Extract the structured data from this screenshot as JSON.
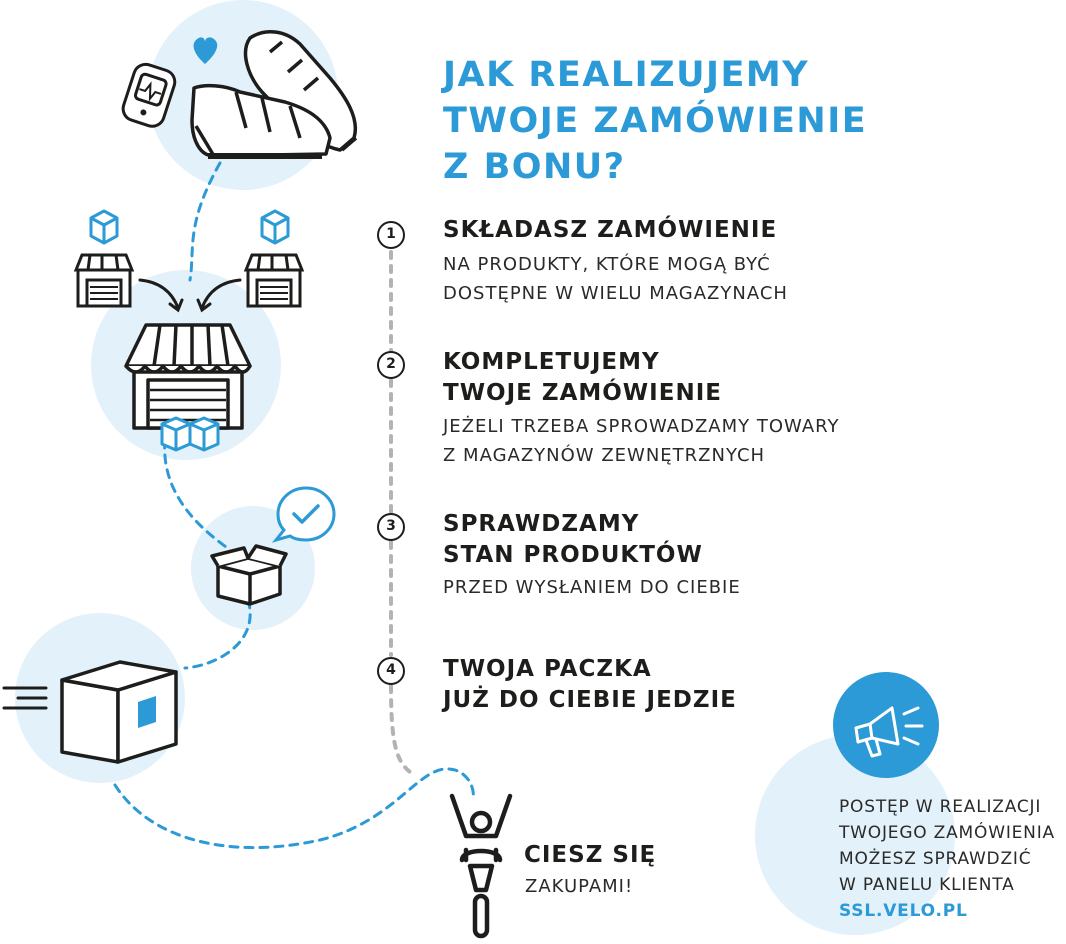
{
  "title": {
    "line1": "JAK REALIZUJEMY",
    "line2": "TWOJE ZAMÓWIENIE",
    "line3": "Z BONU?"
  },
  "steps": [
    {
      "number": "1",
      "heading": [
        "SKŁADASZ ZAMÓWIENIE"
      ],
      "description": [
        "NA PRODUKTY, KTÓRE MOGĄ BYĆ",
        "DOSTĘPNE W WIELU MAGAZYNACH"
      ]
    },
    {
      "number": "2",
      "heading": [
        "KOMPLETUJEMY",
        "TWOJE ZAMÓWIENIE"
      ],
      "description": [
        "JEŻELI TRZEBA SPROWADZAMY TOWARY",
        "Z MAGAZYNÓW ZEWNĘTRZNYCH"
      ]
    },
    {
      "number": "3",
      "heading": [
        "SPRAWDZAMY",
        "STAN PRODUKTÓW"
      ],
      "description": [
        "PRZED WYSŁANIEM DO CIEBIE"
      ]
    },
    {
      "number": "4",
      "heading": [
        "TWOJA PACZKA",
        "JUŻ DO CIEBIE JEDZIE"
      ],
      "description": []
    }
  ],
  "enjoy": {
    "heading": "CIESZ SIĘ",
    "text": "ZAKUPAMI!"
  },
  "note": {
    "lines": [
      "POSTĘP W REALIZACJI",
      "TWOJEGO ZAMÓWIENIA",
      "MOŻESZ SPRAWDZIĆ",
      "W PANELU KLIENTA"
    ],
    "link": "SSL.VELO.PL"
  },
  "colors": {
    "accent": "#2b9ad6",
    "light_circle": "#e3f1fb",
    "ink": "#1d1d1b",
    "dots": "#b3b3b3"
  },
  "icons": [
    "heart-icon",
    "heart-rate-monitor-icon",
    "cycling-shoes-icon",
    "small-shop-icon",
    "package-icon",
    "warehouse-icon",
    "checkmark-bubble-icon",
    "open-box-icon",
    "delivery-box-icon",
    "cyclist-icon",
    "megaphone-icon"
  ]
}
